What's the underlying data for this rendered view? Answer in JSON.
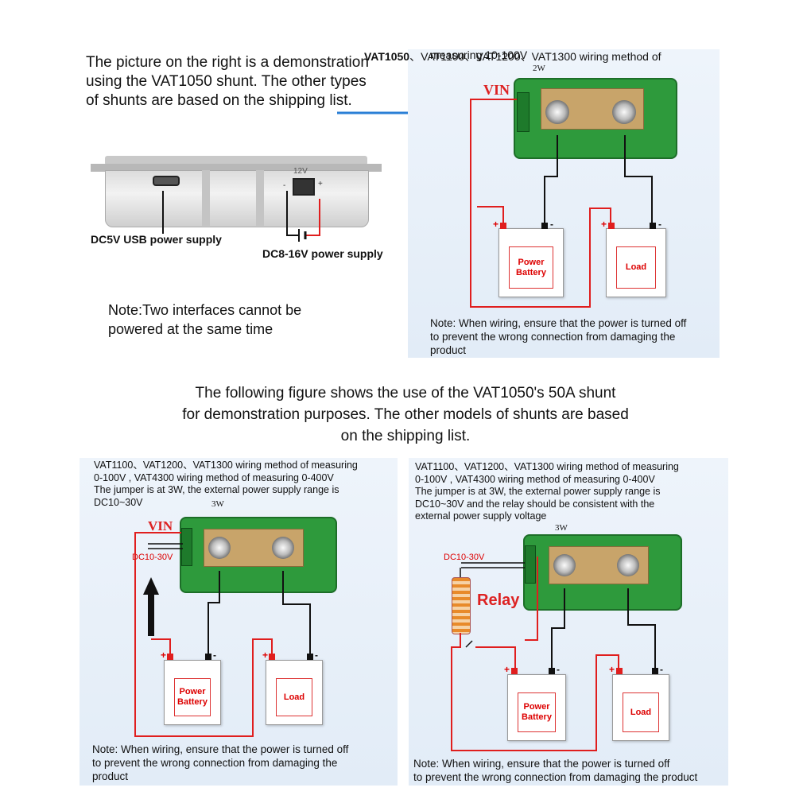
{
  "intro": {
    "top_text": "The picture on the right is a demonstration\nusing the VAT1050 shunt. The other types\nof shunts are based on the shipping list.",
    "usb_label": "DC5V USB power supply",
    "dc_label": "DC8-16V power supply",
    "port_label": "12V",
    "note": "Note:Two interfaces cannot be\npowered at the same time",
    "middle_text": "The following figure shows the use of the VAT1050's 50A shunt\nfor demonstration purposes. The other models of shunts are based\non the shipping list."
  },
  "panel_top_right": {
    "title_bold": "VAT1050",
    "title_rest": "、VAT1100、VAT1200、VAT1300 wiring method of",
    "title_line2": "measuring 10-100V",
    "jumper": "2W",
    "vin": "VIN",
    "battery": "Power\nBattery",
    "load": "Load",
    "note": "Note: When wiring, ensure that the power is turned off\nto prevent the wrong connection from damaging the\nproduct"
  },
  "panel_bottom_left": {
    "header": "VAT1100、VAT1200、VAT1300 wiring method of measuring\n0-100V , VAT4300 wiring method of measuring 0-400V\nThe jumper is at 3W, the external power supply range is\nDC10~30V",
    "jumper": "3W",
    "vin": "VIN",
    "dc": "DC10-30V",
    "battery": "Power\nBattery",
    "load": "Load",
    "note": "Note: When wiring, ensure that the power is turned off\nto prevent the wrong connection from damaging the\nproduct"
  },
  "panel_bottom_right": {
    "header": "VAT1100、VAT1200、VAT1300 wiring method of measuring\n0-100V , VAT4300 wiring method of measuring 0-400V\nThe jumper is at 3W, the external power supply range is\nDC10~30V and the relay should be consistent with the\nexternal power supply voltage",
    "jumper": "3W",
    "dc": "DC10-30V",
    "relay": "Relay",
    "battery": "Power\nBattery",
    "load": "Load",
    "note": "Note: When wiring, ensure that the power is turned off\nto prevent the wrong connection from damaging the product"
  },
  "colors": {
    "wire_red": "#e01e1e",
    "wire_black": "#111111",
    "arrow_blue": "#2b7fd6",
    "pcb_green": "#2e9a3c"
  }
}
